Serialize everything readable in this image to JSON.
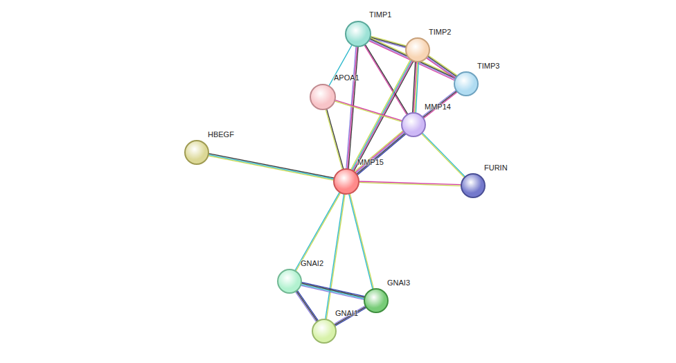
{
  "diagram": {
    "nodes": [
      {
        "text": [
          "TIMP1"
        ]
      },
      {
        "text": [
          "TIMP2"
        ]
      },
      {
        "text": [
          "TIMP3"
        ]
      },
      {
        "text": [
          "APOA1"
        ]
      },
      {
        "text": [
          "MMP14"
        ]
      },
      {
        "text": [
          "HBEGF"
        ]
      },
      {
        "text": [
          "MMP15"
        ]
      },
      {
        "text": [
          "FURIN"
        ]
      },
      {
        "text": [
          "GNAI2"
        ]
      },
      {
        "text": [
          "GNAI3"
        ]
      },
      {
        "text": [
          "GNAI1"
        ]
      }
    ],
    "edges": [
      {
        "from": 0,
        "to": 1,
        "arrow": "none"
      },
      {
        "from": 0,
        "to": 2,
        "arrow": "none"
      },
      {
        "from": 0,
        "to": 3,
        "arrow": "none"
      },
      {
        "from": 0,
        "to": 6,
        "arrow": "none"
      },
      {
        "from": 0,
        "to": 4,
        "arrow": "none"
      },
      {
        "from": 1,
        "to": 2,
        "arrow": "none"
      },
      {
        "from": 1,
        "to": 4,
        "arrow": "none"
      },
      {
        "from": 1,
        "to": 6,
        "arrow": "none"
      },
      {
        "from": 2,
        "to": 4,
        "arrow": "none"
      },
      {
        "from": 3,
        "to": 4,
        "arrow": "none"
      },
      {
        "from": 3,
        "to": 6,
        "arrow": "none"
      },
      {
        "from": 4,
        "to": 6,
        "arrow": "none"
      },
      {
        "from": 4,
        "to": 7,
        "arrow": "none"
      },
      {
        "from": 6,
        "to": 7,
        "arrow": "none"
      },
      {
        "from": 5,
        "to": 6,
        "arrow": "none"
      },
      {
        "from": 6,
        "to": 8,
        "arrow": "none"
      },
      {
        "from": 6,
        "to": 9,
        "arrow": "none"
      },
      {
        "from": 6,
        "to": 10,
        "arrow": "none"
      },
      {
        "from": 8,
        "to": 9,
        "arrow": "none"
      },
      {
        "from": 8,
        "to": 10,
        "arrow": "none"
      },
      {
        "from": 9,
        "to": 10,
        "arrow": "none"
      }
    ]
  }
}
